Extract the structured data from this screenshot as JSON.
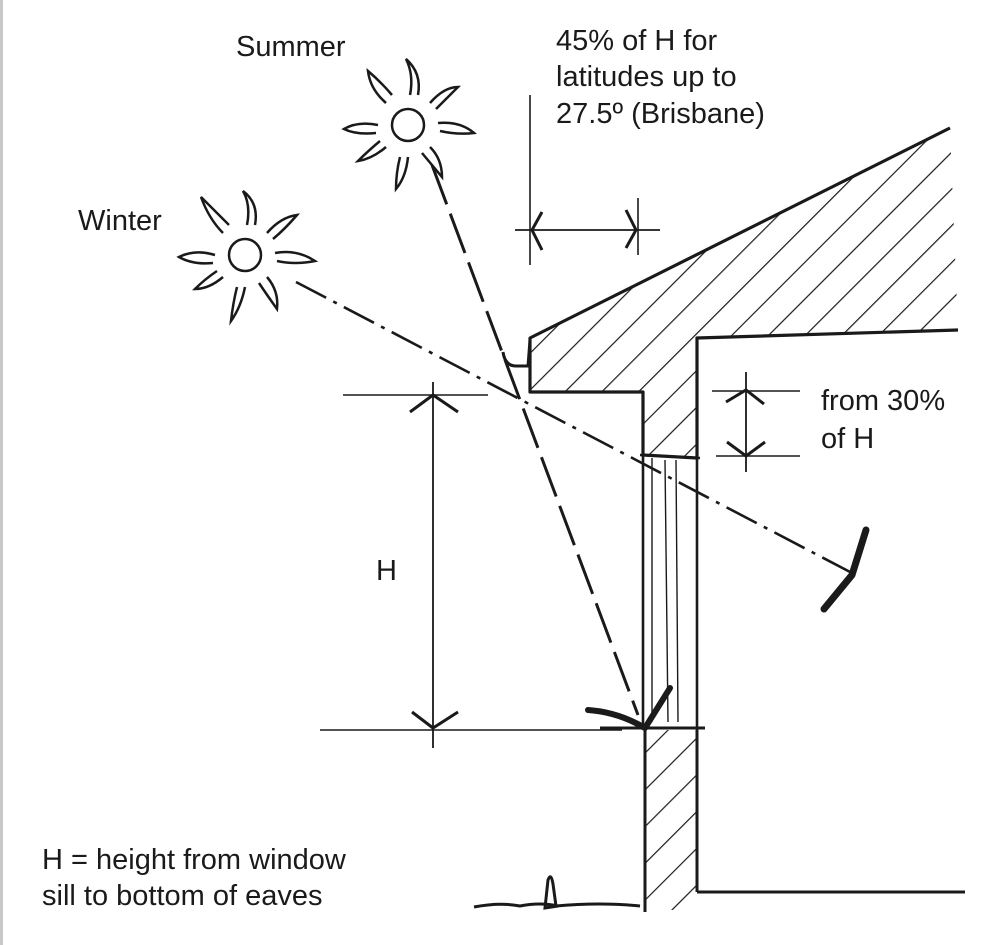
{
  "labels": {
    "summer": "Summer",
    "winter": "Winter",
    "overhang_line1": "45% of H for",
    "overhang_line2": "latitudes up to",
    "overhang_line3": "27.5º (Brisbane)",
    "gap_line1": "from 30%",
    "gap_line2": "of H",
    "h": "H",
    "definition_line1": "H = height from window",
    "definition_line2": "sill to bottom of eaves"
  },
  "colors": {
    "ink": "#1a1a1a",
    "background": "#ffffff",
    "frame": "#c8c8c8"
  },
  "icons": [
    "summer-sun-icon",
    "winter-sun-icon"
  ]
}
